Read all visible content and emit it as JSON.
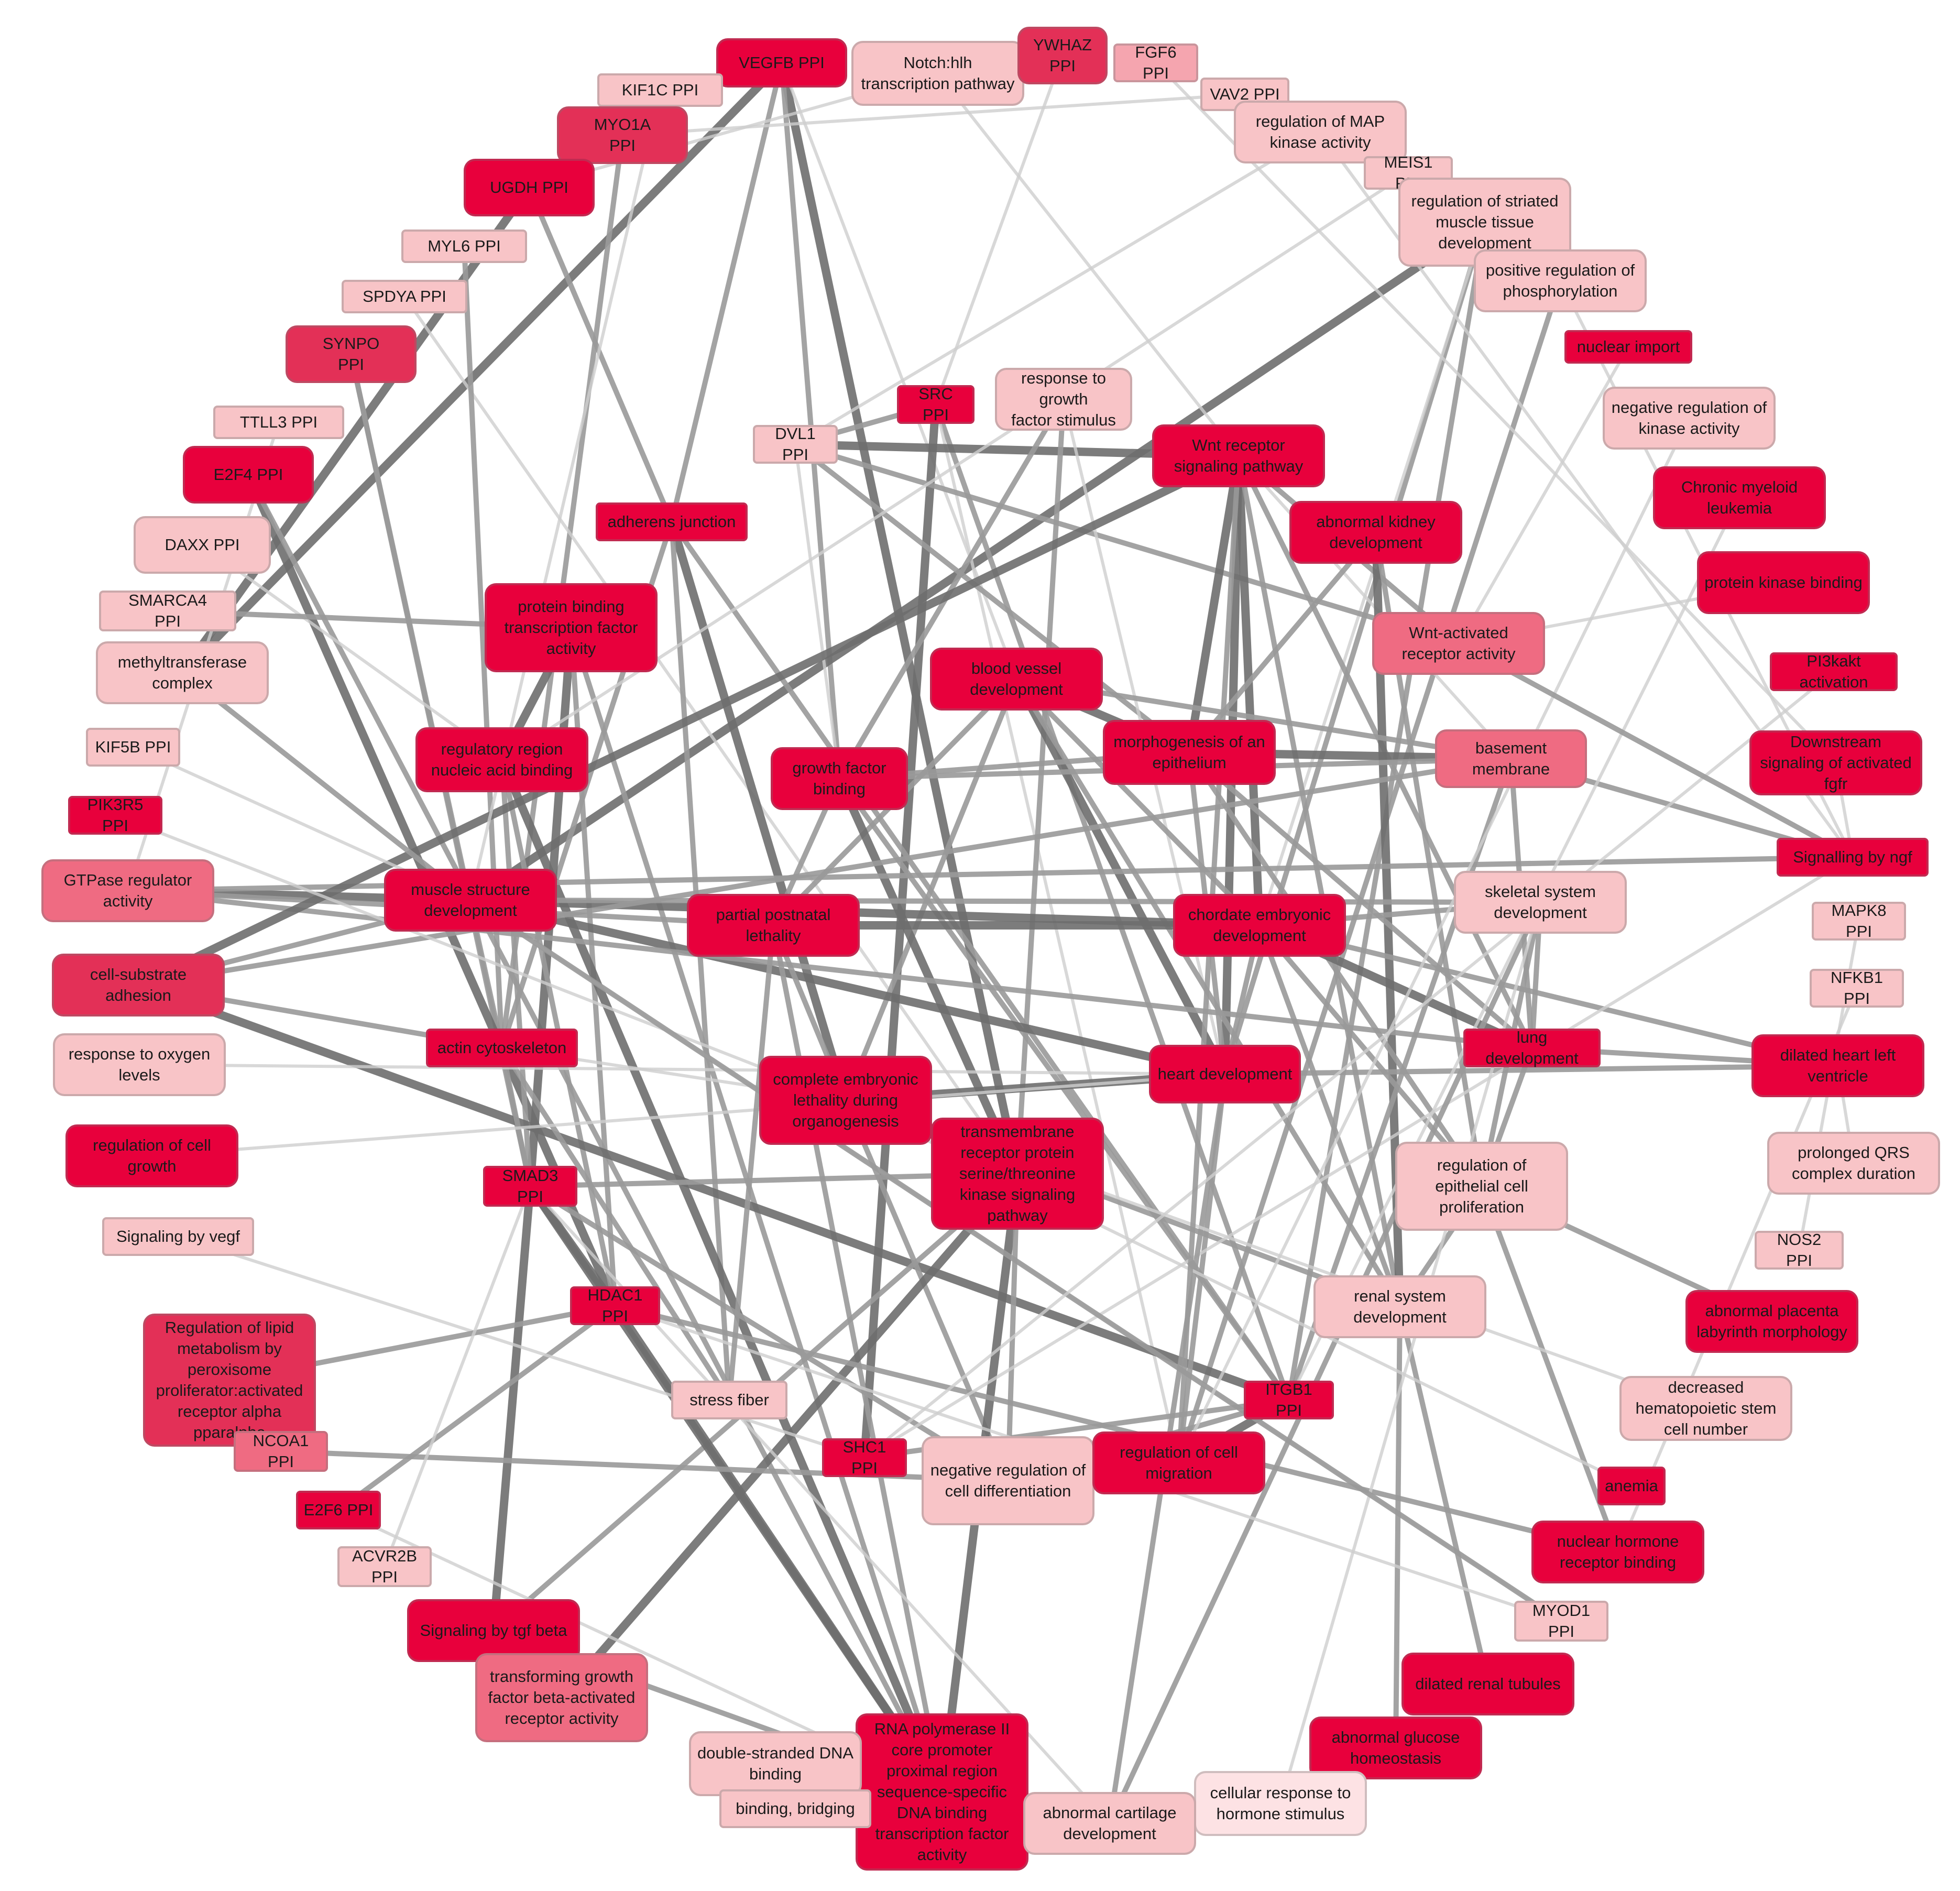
{
  "palette": {
    "s1": "#f8c4c7",
    "s2": "#f5a5af",
    "s3": "#ef6b82",
    "s4": "#e33057",
    "s5": "#e8003c",
    "s6": "#fde2e4",
    "edge_dark": "#6e6e6e",
    "edge_mid": "#9a9a9a",
    "edge_light": "#cfcfcf"
  },
  "nodes": [
    {
      "id": "vegfb",
      "label": "VEGFB PPI",
      "shade": "s5"
    },
    {
      "id": "notch",
      "label": "Notch:hlh\ntranscription pathway",
      "shade": "s1"
    },
    {
      "id": "ywhaz",
      "label": "YWHAZ\nPPI",
      "shade": "s4"
    },
    {
      "id": "fgf6",
      "label": "FGF6 PPI",
      "shade": "s2"
    },
    {
      "id": "kif1c",
      "label": "KIF1C PPI",
      "shade": "s1"
    },
    {
      "id": "vav2",
      "label": "VAV2 PPI",
      "shade": "s1"
    },
    {
      "id": "regmap",
      "label": "regulation of MAP\nkinase activity",
      "shade": "s1"
    },
    {
      "id": "myo1a",
      "label": "MYO1A\nPPI",
      "shade": "s4"
    },
    {
      "id": "meis1",
      "label": "MEIS1 PPI",
      "shade": "s1"
    },
    {
      "id": "ugdh",
      "label": "UGDH PPI",
      "shade": "s5"
    },
    {
      "id": "regstriated",
      "label": "regulation of striated\nmuscle tissue\ndevelopment",
      "shade": "s1"
    },
    {
      "id": "myl6",
      "label": "MYL6 PPI",
      "shade": "s1"
    },
    {
      "id": "posphos",
      "label": "positive regulation of\nphosphorylation",
      "shade": "s1"
    },
    {
      "id": "spdya",
      "label": "SPDYA PPI",
      "shade": "s1"
    },
    {
      "id": "nucimport",
      "label": "nuclear import",
      "shade": "s5"
    },
    {
      "id": "synpo",
      "label": "SYNPO\nPPI",
      "shade": "s4"
    },
    {
      "id": "negkinase",
      "label": "negative regulation of\nkinase activity",
      "shade": "s1"
    },
    {
      "id": "ttll3",
      "label": "TTLL3 PPI",
      "shade": "s1"
    },
    {
      "id": "src",
      "label": "SRC PPI",
      "shade": "s5"
    },
    {
      "id": "respgrowth",
      "label": "response to growth\nfactor stimulus",
      "shade": "s1"
    },
    {
      "id": "dvl1",
      "label": "DVL1 PPI",
      "shade": "s1"
    },
    {
      "id": "wnt",
      "label": "Wnt receptor\nsignaling pathway",
      "shade": "s5"
    },
    {
      "id": "e2f4",
      "label": "E2F4 PPI",
      "shade": "s5"
    },
    {
      "id": "cml",
      "label": "Chronic myeloid\nleukemia",
      "shade": "s5"
    },
    {
      "id": "daxx",
      "label": "DAXX PPI",
      "shade": "s1"
    },
    {
      "id": "adherens",
      "label": "adherens junction",
      "shade": "s5"
    },
    {
      "id": "abkidney",
      "label": "abnormal kidney\ndevelopment",
      "shade": "s5"
    },
    {
      "id": "pkbinding",
      "label": "protein kinase binding",
      "shade": "s5"
    },
    {
      "id": "smarca4",
      "label": "SMARCA4\nPPI",
      "shade": "s1"
    },
    {
      "id": "pbtf",
      "label": "protein binding\ntranscription factor\nactivity",
      "shade": "s5"
    },
    {
      "id": "methyl",
      "label": "methyltransferase\ncomplex",
      "shade": "s1"
    },
    {
      "id": "wntact",
      "label": "Wnt-activated\nreceptor activity",
      "shade": "s3"
    },
    {
      "id": "pi3k",
      "label": "PI3kakt activation",
      "shade": "s5"
    },
    {
      "id": "bloodvessel",
      "label": "blood vessel\ndevelopment",
      "shade": "s5"
    },
    {
      "id": "kif5b",
      "label": "KIF5B PPI",
      "shade": "s1"
    },
    {
      "id": "regregion",
      "label": "regulatory region\nnucleic acid binding",
      "shade": "s5"
    },
    {
      "id": "morpho",
      "label": "morphogenesis of an\nepithelium",
      "shade": "s5"
    },
    {
      "id": "basement",
      "label": "basement\nmembrane",
      "shade": "s3"
    },
    {
      "id": "downfgfr",
      "label": "Downstream\nsignaling of activated\nfgfr",
      "shade": "s5"
    },
    {
      "id": "gfbinding",
      "label": "growth factor binding",
      "shade": "s5"
    },
    {
      "id": "pik3r5",
      "label": "PIK3R5 PPI",
      "shade": "s5"
    },
    {
      "id": "ngf",
      "label": "Signalling by ngf",
      "shade": "s5"
    },
    {
      "id": "gtpase",
      "label": "GTPase regulator\nactivity",
      "shade": "s3"
    },
    {
      "id": "musclestruct",
      "label": "muscle structure\ndevelopment",
      "shade": "s5"
    },
    {
      "id": "skeletal",
      "label": "skeletal system\ndevelopment",
      "shade": "s1"
    },
    {
      "id": "partial",
      "label": "partial postnatal\nlethality",
      "shade": "s5"
    },
    {
      "id": "chordate",
      "label": "chordate embryonic\ndevelopment",
      "shade": "s5"
    },
    {
      "id": "mapk8",
      "label": "MAPK8 PPI",
      "shade": "s1"
    },
    {
      "id": "cellsub",
      "label": "cell-substrate\nadhesion",
      "shade": "s4"
    },
    {
      "id": "nfkb1",
      "label": "NFKB1 PPI",
      "shade": "s1"
    },
    {
      "id": "actin",
      "label": "actin cytoskeleton",
      "shade": "s5"
    },
    {
      "id": "lung",
      "label": "lung development",
      "shade": "s5"
    },
    {
      "id": "respoxy",
      "label": "response to oxygen\nlevels",
      "shade": "s1"
    },
    {
      "id": "dilatedheart",
      "label": "dilated heart left\nventricle",
      "shade": "s5"
    },
    {
      "id": "complete",
      "label": "complete embryonic\nlethality during\norganogenesis",
      "shade": "s5"
    },
    {
      "id": "heart",
      "label": "heart development",
      "shade": "s5"
    },
    {
      "id": "regcellgrowth",
      "label": "regulation of cell\ngrowth",
      "shade": "s5"
    },
    {
      "id": "tmrec",
      "label": "transmembrane\nreceptor protein\nserine/threonine\nkinase signaling\npathway",
      "shade": "s5"
    },
    {
      "id": "regepi",
      "label": "regulation of\nepithelial cell\nproliferation",
      "shade": "s1"
    },
    {
      "id": "prolqrs",
      "label": "prolonged QRS\ncomplex duration",
      "shade": "s1"
    },
    {
      "id": "smad3",
      "label": "SMAD3\nPPI",
      "shade": "s5"
    },
    {
      "id": "vegf",
      "label": "Signaling by vegf",
      "shade": "s1"
    },
    {
      "id": "nos2",
      "label": "NOS2 PPI",
      "shade": "s1"
    },
    {
      "id": "lipid",
      "label": "Regulation of lipid\nmetabolism by\nperoxisome\nproliferator:activated\nreceptor alpha\npparalpha",
      "shade": "s4"
    },
    {
      "id": "renal",
      "label": "renal system\ndevelopment",
      "shade": "s1"
    },
    {
      "id": "hdac1",
      "label": "HDAC1 PPI",
      "shade": "s5"
    },
    {
      "id": "abplacenta",
      "label": "abnormal placenta\nlabyrinth morphology",
      "shade": "s5"
    },
    {
      "id": "stress",
      "label": "stress fiber",
      "shade": "s1"
    },
    {
      "id": "itgb1",
      "label": "ITGB1 PPI",
      "shade": "s5"
    },
    {
      "id": "dechsc",
      "label": "decreased\nhematopoietic stem\ncell number",
      "shade": "s1"
    },
    {
      "id": "ncoa1",
      "label": "NCOA1\nPPI",
      "shade": "s3"
    },
    {
      "id": "shc1",
      "label": "SHC1 PPI",
      "shade": "s5"
    },
    {
      "id": "negdiff",
      "label": "negative regulation of\ncell differentiation",
      "shade": "s1"
    },
    {
      "id": "regmig",
      "label": "regulation of cell\nmigration",
      "shade": "s5"
    },
    {
      "id": "anemia",
      "label": "anemia",
      "shade": "s5"
    },
    {
      "id": "e2f6",
      "label": "E2F6 PPI",
      "shade": "s5"
    },
    {
      "id": "nhr",
      "label": "nuclear hormone\nreceptor binding",
      "shade": "s5"
    },
    {
      "id": "acvr2b",
      "label": "ACVR2B\nPPI",
      "shade": "s1"
    },
    {
      "id": "tgfbeta",
      "label": "Signaling by tgf beta",
      "shade": "s5"
    },
    {
      "id": "myod1",
      "label": "MYOD1\nPPI",
      "shade": "s1"
    },
    {
      "id": "tgfact",
      "label": "transforming growth\nfactor beta-activated\nreceptor activity",
      "shade": "s3"
    },
    {
      "id": "dilatedrenal",
      "label": "dilated renal tubules",
      "shade": "s5"
    },
    {
      "id": "rnapol",
      "label": "RNA polymerase II\ncore promoter\nproximal region\nsequence-specific\nDNA binding\ntranscription factor\nactivity",
      "shade": "s5"
    },
    {
      "id": "dsdna",
      "label": "double-stranded DNA\nbinding",
      "shade": "s1"
    },
    {
      "id": "abglucose",
      "label": "abnormal glucose\nhomeostasis",
      "shade": "s5"
    },
    {
      "id": "cellhormone",
      "label": "cellular response to\nhormone stimulus",
      "shade": "s6"
    },
    {
      "id": "binding",
      "label": "binding, bridging",
      "shade": "s1"
    },
    {
      "id": "abcart",
      "label": "abnormal cartilage\ndevelopment",
      "shade": "s1"
    }
  ],
  "edges": [
    [
      "vegfb",
      "tmrec",
      "w3"
    ],
    [
      "vegfb",
      "methyl",
      "w3"
    ],
    [
      "vegfb",
      "adherens",
      "w2"
    ],
    [
      "vegfb",
      "gfbinding",
      "w2"
    ],
    [
      "vegfb",
      "bloodvessel",
      "w1"
    ],
    [
      "ugdh",
      "methyl",
      "w3"
    ],
    [
      "ugdh",
      "adherens",
      "w2"
    ],
    [
      "ugdh",
      "notch",
      "w1"
    ],
    [
      "myo1a",
      "actin",
      "w2"
    ],
    [
      "myo1a",
      "vav2",
      "w1"
    ],
    [
      "regstriated",
      "musclestruct",
      "w3"
    ],
    [
      "regstriated",
      "heart",
      "w2"
    ],
    [
      "regstriated",
      "chordate",
      "w1"
    ],
    [
      "regstriated",
      "itgb1",
      "w2"
    ],
    [
      "posphos",
      "ngf",
      "w1"
    ],
    [
      "posphos",
      "regmig",
      "w2"
    ],
    [
      "regmap",
      "ngf",
      "w1"
    ],
    [
      "regmap",
      "dvl1",
      "w1"
    ],
    [
      "notch",
      "wnt",
      "w1"
    ],
    [
      "synpo",
      "actin",
      "w2"
    ],
    [
      "synpo",
      "smad3",
      "w2"
    ],
    [
      "spdya",
      "tmrec",
      "w1"
    ],
    [
      "myl6",
      "actin",
      "w2"
    ],
    [
      "ttll3",
      "gtpase",
      "w1"
    ],
    [
      "e2f4",
      "hdac1",
      "w3"
    ],
    [
      "e2f4",
      "rnapol",
      "w2"
    ],
    [
      "daxx",
      "regregion",
      "w1"
    ],
    [
      "smarca4",
      "pbtf",
      "w2"
    ],
    [
      "src",
      "shc1",
      "w3"
    ],
    [
      "src",
      "itgb1",
      "w2"
    ],
    [
      "src",
      "regmig",
      "w1"
    ],
    [
      "src",
      "dvl1",
      "w2"
    ],
    [
      "dvl1",
      "wnt",
      "w3"
    ],
    [
      "dvl1",
      "wntact",
      "w2"
    ],
    [
      "dvl1",
      "morpho",
      "w2"
    ],
    [
      "dvl1",
      "gfbinding",
      "w1"
    ],
    [
      "wnt",
      "morpho",
      "w3"
    ],
    [
      "wnt",
      "heart",
      "w3"
    ],
    [
      "wnt",
      "chordate",
      "w3"
    ],
    [
      "wnt",
      "renal",
      "w2"
    ],
    [
      "wnt",
      "lung",
      "w2"
    ],
    [
      "wnt",
      "wntact",
      "w2"
    ],
    [
      "wnt",
      "basement",
      "w1"
    ],
    [
      "respgrowth",
      "tmrec",
      "w2"
    ],
    [
      "respgrowth",
      "gfbinding",
      "w2"
    ],
    [
      "respgrowth",
      "heart",
      "w1"
    ],
    [
      "adherens",
      "complete",
      "w3"
    ],
    [
      "adherens",
      "stress",
      "w2"
    ],
    [
      "adherens",
      "itgb1",
      "w2"
    ],
    [
      "adherens",
      "actin",
      "w2"
    ],
    [
      "abkidney",
      "renal",
      "w3"
    ],
    [
      "abkidney",
      "regepi",
      "w2"
    ],
    [
      "abkidney",
      "morpho",
      "w2"
    ],
    [
      "pbtf",
      "smad3",
      "w3"
    ],
    [
      "pbtf",
      "hdac1",
      "w2"
    ],
    [
      "pbtf",
      "rnapol",
      "w2"
    ],
    [
      "pbtf",
      "regregion",
      "w3"
    ],
    [
      "bloodvessel",
      "heart",
      "w3"
    ],
    [
      "bloodvessel",
      "morpho",
      "w3"
    ],
    [
      "bloodvessel",
      "chordate",
      "w2"
    ],
    [
      "bloodvessel",
      "partial",
      "w2"
    ],
    [
      "bloodvessel",
      "complete",
      "w2"
    ],
    [
      "bloodvessel",
      "basement",
      "w2"
    ],
    [
      "bloodvessel",
      "renal",
      "w2"
    ],
    [
      "regregion",
      "rnapol",
      "w3"
    ],
    [
      "regregion",
      "smad3",
      "w2"
    ],
    [
      "regregion",
      "hdac1",
      "w2"
    ],
    [
      "morpho",
      "basement",
      "w3"
    ],
    [
      "morpho",
      "lung",
      "w2"
    ],
    [
      "morpho",
      "regepi",
      "w2"
    ],
    [
      "morpho",
      "heart",
      "w2"
    ],
    [
      "morpho",
      "gfbinding",
      "w2"
    ],
    [
      "gfbinding",
      "tmrec",
      "w3"
    ],
    [
      "gfbinding",
      "basement",
      "w2"
    ],
    [
      "gfbinding",
      "partial",
      "w2"
    ],
    [
      "gfbinding",
      "itgb1",
      "w2"
    ],
    [
      "musclestruct",
      "heart",
      "w3"
    ],
    [
      "musclestruct",
      "chordate",
      "w3"
    ],
    [
      "musclestruct",
      "gtpase",
      "w3"
    ],
    [
      "musclestruct",
      "cellsub",
      "w2"
    ],
    [
      "musclestruct",
      "skeletal",
      "w2"
    ],
    [
      "musclestruct",
      "myod1",
      "w1"
    ],
    [
      "partial",
      "chordate",
      "w3"
    ],
    [
      "partial",
      "complete",
      "w2"
    ],
    [
      "partial",
      "rnapol",
      "w2"
    ],
    [
      "chordate",
      "lung",
      "w3"
    ],
    [
      "chordate",
      "heart",
      "w2"
    ],
    [
      "chordate",
      "skeletal",
      "w2"
    ],
    [
      "chordate",
      "regepi",
      "w2"
    ],
    [
      "chordate",
      "dilatedheart",
      "w2"
    ],
    [
      "chordate",
      "renal",
      "w2"
    ],
    [
      "cellsub",
      "itgb1",
      "w3"
    ],
    [
      "cellsub",
      "basement",
      "w2"
    ],
    [
      "cellsub",
      "actin",
      "w2"
    ],
    [
      "actin",
      "stress",
      "w2"
    ],
    [
      "actin",
      "smad3",
      "w2"
    ],
    [
      "actin",
      "complete",
      "w1"
    ],
    [
      "lung",
      "skeletal",
      "w2"
    ],
    [
      "lung",
      "dilatedheart",
      "w2"
    ],
    [
      "lung",
      "regepi",
      "w2"
    ],
    [
      "heart",
      "complete",
      "w3"
    ],
    [
      "heart",
      "dilatedheart",
      "w2"
    ],
    [
      "heart",
      "regmig",
      "w2"
    ],
    [
      "complete",
      "renal",
      "w2"
    ],
    [
      "complete",
      "negdiff",
      "w2"
    ],
    [
      "tmrec",
      "rnapol",
      "w3"
    ],
    [
      "tmrec",
      "tgfact",
      "w3"
    ],
    [
      "tmrec",
      "smad3",
      "w2"
    ],
    [
      "tmrec",
      "tgfbeta",
      "w2"
    ],
    [
      "tmrec",
      "negdiff",
      "w2"
    ],
    [
      "smad3",
      "tgfbeta",
      "w3"
    ],
    [
      "smad3",
      "hdac1",
      "w3"
    ],
    [
      "smad3",
      "rnapol",
      "w3"
    ],
    [
      "smad3",
      "negdiff",
      "w2"
    ],
    [
      "hdac1",
      "rnapol",
      "w3"
    ],
    [
      "hdac1",
      "e2f6",
      "w2"
    ],
    [
      "hdac1",
      "nhr",
      "w2"
    ],
    [
      "regepi",
      "renal",
      "w2"
    ],
    [
      "regepi",
      "nhr",
      "w2"
    ],
    [
      "regepi",
      "abplacenta",
      "w2"
    ],
    [
      "renal",
      "abglucose",
      "w2"
    ],
    [
      "renal",
      "dilatedrenal",
      "w2"
    ],
    [
      "itgb1",
      "regmig",
      "w3"
    ],
    [
      "itgb1",
      "shc1",
      "w2"
    ],
    [
      "itgb1",
      "negdiff",
      "w2"
    ],
    [
      "negdiff",
      "regmig",
      "w2"
    ],
    [
      "negdiff",
      "ncoa1",
      "w2"
    ],
    [
      "shc1",
      "ngf",
      "w1"
    ],
    [
      "shc1",
      "vegf",
      "w1"
    ],
    [
      "lipid",
      "hdac1",
      "w2"
    ],
    [
      "lipid",
      "ncoa1",
      "w2"
    ],
    [
      "gtpase",
      "lung",
      "w2"
    ],
    [
      "gtpase",
      "ngf",
      "w2"
    ],
    [
      "gtpase",
      "partial",
      "w2"
    ],
    [
      "cellsub",
      "wnt",
      "w3"
    ],
    [
      "methyl",
      "musclestruct",
      "w2"
    ],
    [
      "basement",
      "ngf",
      "w2"
    ],
    [
      "basement",
      "lung",
      "w2"
    ],
    [
      "basement",
      "itgb1",
      "w2"
    ],
    [
      "skeletal",
      "regepi",
      "w2"
    ],
    [
      "skeletal",
      "abcart",
      "w2"
    ],
    [
      "skeletal",
      "cellhormone",
      "w1"
    ],
    [
      "dilatedheart",
      "prolqrs",
      "w1"
    ],
    [
      "mapk8",
      "nos2",
      "w1"
    ],
    [
      "nfkb1",
      "nhr",
      "w1"
    ],
    [
      "pik3r5",
      "complete",
      "w1"
    ],
    [
      "kif5b",
      "musclestruct",
      "w1"
    ],
    [
      "respoxy",
      "heart",
      "w1"
    ],
    [
      "regcellgrowth",
      "heart",
      "w1"
    ],
    [
      "acvr2b",
      "smad3",
      "w1"
    ],
    [
      "tgfbeta",
      "rnapol",
      "w2"
    ],
    [
      "dsdna",
      "rnapol",
      "w1"
    ],
    [
      "binding",
      "rnapol",
      "w1"
    ],
    [
      "abcart",
      "heart",
      "w2"
    ],
    [
      "abcart",
      "smad3",
      "w1"
    ],
    [
      "myod1",
      "musclestruct",
      "w2"
    ],
    [
      "myod1",
      "hdac1",
      "w1"
    ],
    [
      "anemia",
      "complete",
      "w1"
    ],
    [
      "dechsc",
      "complete",
      "w1"
    ],
    [
      "ywhaz",
      "src",
      "w1"
    ],
    [
      "fgf6",
      "downfgfr",
      "w1"
    ],
    [
      "kif1c",
      "musclestruct",
      "w1"
    ],
    [
      "meis1",
      "regregion",
      "w1"
    ],
    [
      "negkinase",
      "regmig",
      "w1"
    ],
    [
      "nucimport",
      "wntact",
      "w1"
    ],
    [
      "cml",
      "itgb1",
      "w1"
    ],
    [
      "pkbinding",
      "wntact",
      "w1"
    ],
    [
      "pi3k",
      "shc1",
      "w1"
    ],
    [
      "downfgfr",
      "ngf",
      "w1"
    ],
    [
      "e2f6",
      "rnapol",
      "w1"
    ],
    [
      "stress",
      "partial",
      "w2"
    ],
    [
      "regmig",
      "wnt",
      "w2"
    ],
    [
      "wntact",
      "ngf",
      "w2"
    ]
  ]
}
